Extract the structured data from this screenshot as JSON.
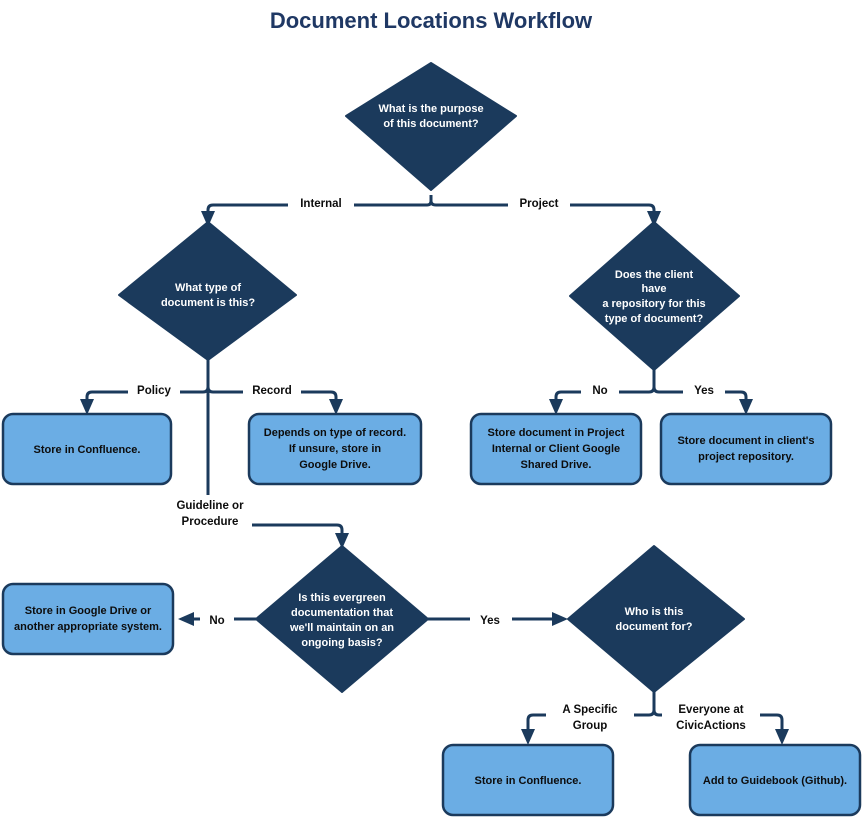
{
  "diagram": {
    "title": "Document Locations Workflow",
    "type": "flowchart",
    "colors": {
      "title": "#1F3864",
      "decision_fill": "#1B3A5C",
      "decision_text": "#FFFFFF",
      "terminal_fill": "#6BADE4",
      "terminal_stroke": "#1B3A5C",
      "terminal_text": "#0D0D0D",
      "edge": "#1B3A5C",
      "background": "#FFFFFF"
    },
    "nodes": {
      "d1": {
        "kind": "decision",
        "lines": [
          "What is the purpose",
          "of this document?"
        ]
      },
      "d2": {
        "kind": "decision",
        "lines": [
          "What type of",
          "document is this?"
        ]
      },
      "d3": {
        "kind": "decision",
        "lines": [
          "Does the client",
          "have",
          "a repository for this",
          "type of document?"
        ]
      },
      "d4": {
        "kind": "decision",
        "lines": [
          "Is this evergreen",
          "documentation that",
          "we'll maintain on an",
          "ongoing basis?"
        ]
      },
      "d5": {
        "kind": "decision",
        "lines": [
          "Who is this",
          "document for?"
        ]
      },
      "t1": {
        "kind": "terminal",
        "lines": [
          "Store in Confluence."
        ]
      },
      "t2": {
        "kind": "terminal",
        "lines": [
          "Depends on type of record.",
          "If unsure, store in",
          "Google Drive."
        ]
      },
      "t3": {
        "kind": "terminal",
        "lines": [
          "Store document in Project",
          "Internal or Client Google",
          "Shared Drive."
        ]
      },
      "t4": {
        "kind": "terminal",
        "lines": [
          "Store document in client's",
          "project repository."
        ]
      },
      "t5": {
        "kind": "terminal",
        "lines": [
          "Store in Google Drive or",
          "another appropriate system."
        ]
      },
      "t6": {
        "kind": "terminal",
        "lines": [
          "Store in Confluence."
        ]
      },
      "t7": {
        "kind": "terminal",
        "lines": [
          "Add to Guidebook (Github)."
        ]
      }
    },
    "edges": [
      {
        "id": "e1",
        "from": "d1",
        "to": "d2",
        "lines": [
          "Internal"
        ]
      },
      {
        "id": "e2",
        "from": "d1",
        "to": "d3",
        "lines": [
          "Project"
        ]
      },
      {
        "id": "e3",
        "from": "d2",
        "to": "t1",
        "lines": [
          "Policy"
        ]
      },
      {
        "id": "e4",
        "from": "d2",
        "to": "t2",
        "lines": [
          "Record"
        ]
      },
      {
        "id": "e5",
        "from": "d2",
        "to": "d4",
        "lines": [
          "Guideline or",
          "Procedure"
        ]
      },
      {
        "id": "e6",
        "from": "d3",
        "to": "t3",
        "lines": [
          "No"
        ]
      },
      {
        "id": "e7",
        "from": "d3",
        "to": "t4",
        "lines": [
          "Yes"
        ]
      },
      {
        "id": "e8",
        "from": "d4",
        "to": "t5",
        "lines": [
          "No"
        ]
      },
      {
        "id": "e9",
        "from": "d4",
        "to": "d5",
        "lines": [
          "Yes"
        ]
      },
      {
        "id": "e10",
        "from": "d5",
        "to": "t6",
        "lines": [
          "A Specific",
          "Group"
        ]
      },
      {
        "id": "e11",
        "from": "d5",
        "to": "t7",
        "lines": [
          "Everyone at",
          "CivicActions"
        ]
      }
    ]
  }
}
